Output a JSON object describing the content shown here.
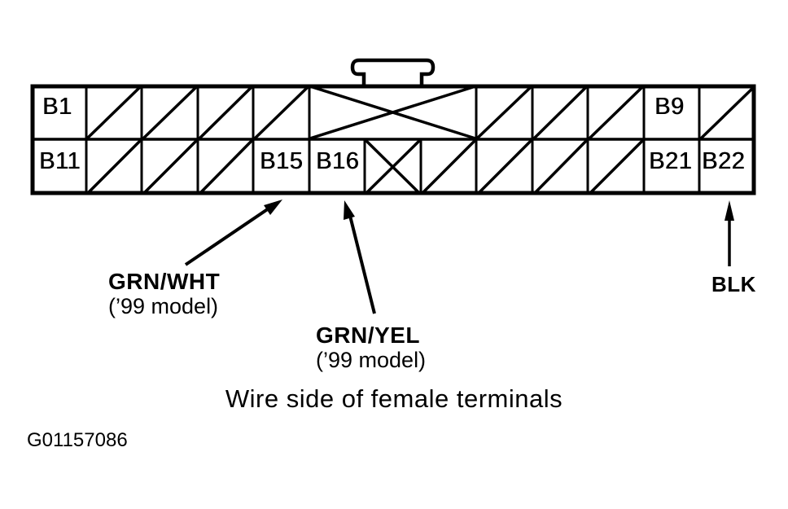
{
  "page": {
    "background": "#ffffff",
    "ink": "#000000"
  },
  "connector": {
    "terminals": {
      "b1": "B1",
      "b9": "B9",
      "b11": "B11",
      "b15": "B15",
      "b16": "B16",
      "b21": "B21",
      "b22": "B22"
    }
  },
  "annotations": {
    "grn_wht": {
      "label": "GRN/WHT",
      "note": "(’99 model)"
    },
    "grn_yel": {
      "label": "GRN/YEL",
      "note": "(’99 model)"
    },
    "blk": {
      "label": "BLK"
    }
  },
  "caption": "Wire side of female terminals",
  "figure_id": "G01157086"
}
